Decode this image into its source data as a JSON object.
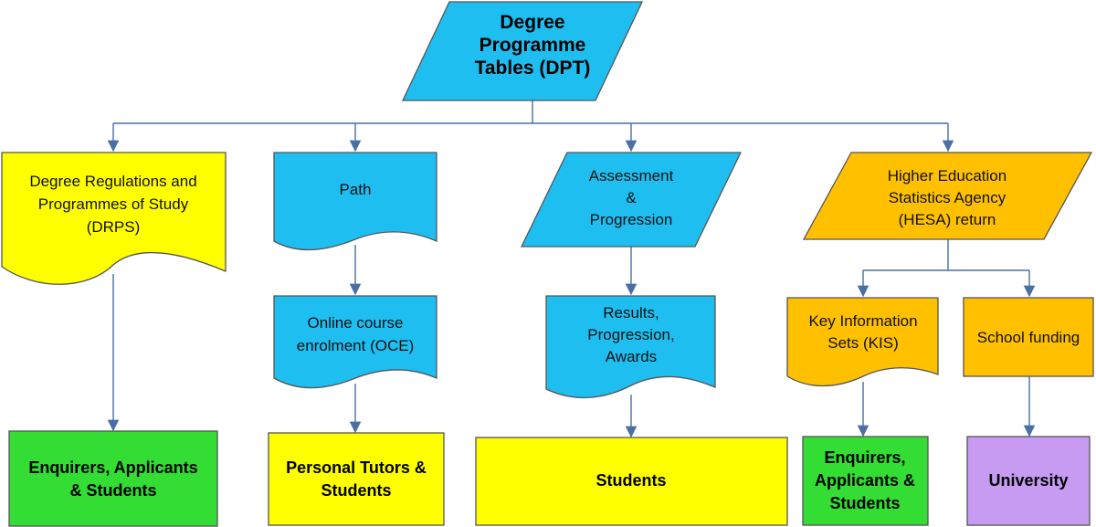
{
  "colors": {
    "blue": "#1EBFF0",
    "yellow": "#FFFF00",
    "orange": "#FFC000",
    "green": "#33DD33",
    "purple": "#C79BF2",
    "connector": "#4A6FA5"
  },
  "nodes": {
    "dpt": {
      "lines": [
        "Degree",
        "Programme",
        "Tables (DPT)"
      ]
    },
    "drps": {
      "lines": [
        "Degree Regulations and",
        "Programmes of Study",
        "(DRPS)"
      ]
    },
    "path": {
      "lines": [
        "Path"
      ]
    },
    "assessment": {
      "lines": [
        "Assessment",
        "&",
        "Progression"
      ]
    },
    "hesa": {
      "lines": [
        "Higher Education",
        "Statistics Agency",
        "(HESA) return"
      ]
    },
    "oce": {
      "lines": [
        "Online course",
        "enrolment (OCE)"
      ]
    },
    "results": {
      "lines": [
        "Results,",
        "Progression,",
        "Awards"
      ]
    },
    "kis": {
      "lines": [
        "Key Information",
        "Sets (KIS)"
      ]
    },
    "funding": {
      "lines": [
        "School funding"
      ]
    },
    "out_enquirers": {
      "lines": [
        "Enquirers, Applicants",
        "& Students"
      ]
    },
    "out_tutors": {
      "lines": [
        "Personal Tutors &",
        "Students"
      ]
    },
    "out_students": {
      "lines": [
        "Students"
      ]
    },
    "out_enquirers2": {
      "lines": [
        "Enquirers,",
        "Applicants &",
        "Students"
      ]
    },
    "out_university": {
      "lines": [
        "University"
      ]
    }
  }
}
